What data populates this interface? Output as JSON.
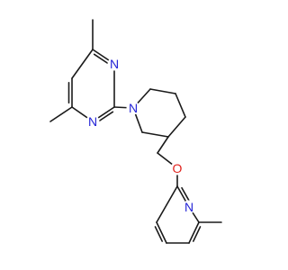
{
  "structure": {
    "atoms": [
      {
        "id": "N1",
        "element": "N",
        "label": "N"
      },
      {
        "id": "N2",
        "element": "N",
        "label": "N"
      },
      {
        "id": "N3",
        "element": "N",
        "label": "N"
      },
      {
        "id": "O1",
        "element": "O",
        "label": "O"
      },
      {
        "id": "N4",
        "element": "N",
        "label": "N"
      }
    ],
    "colors": {
      "N": "#2323d6",
      "O": "#e0201b",
      "bond": "#1a1a1a",
      "background": "#ffffff"
    }
  }
}
